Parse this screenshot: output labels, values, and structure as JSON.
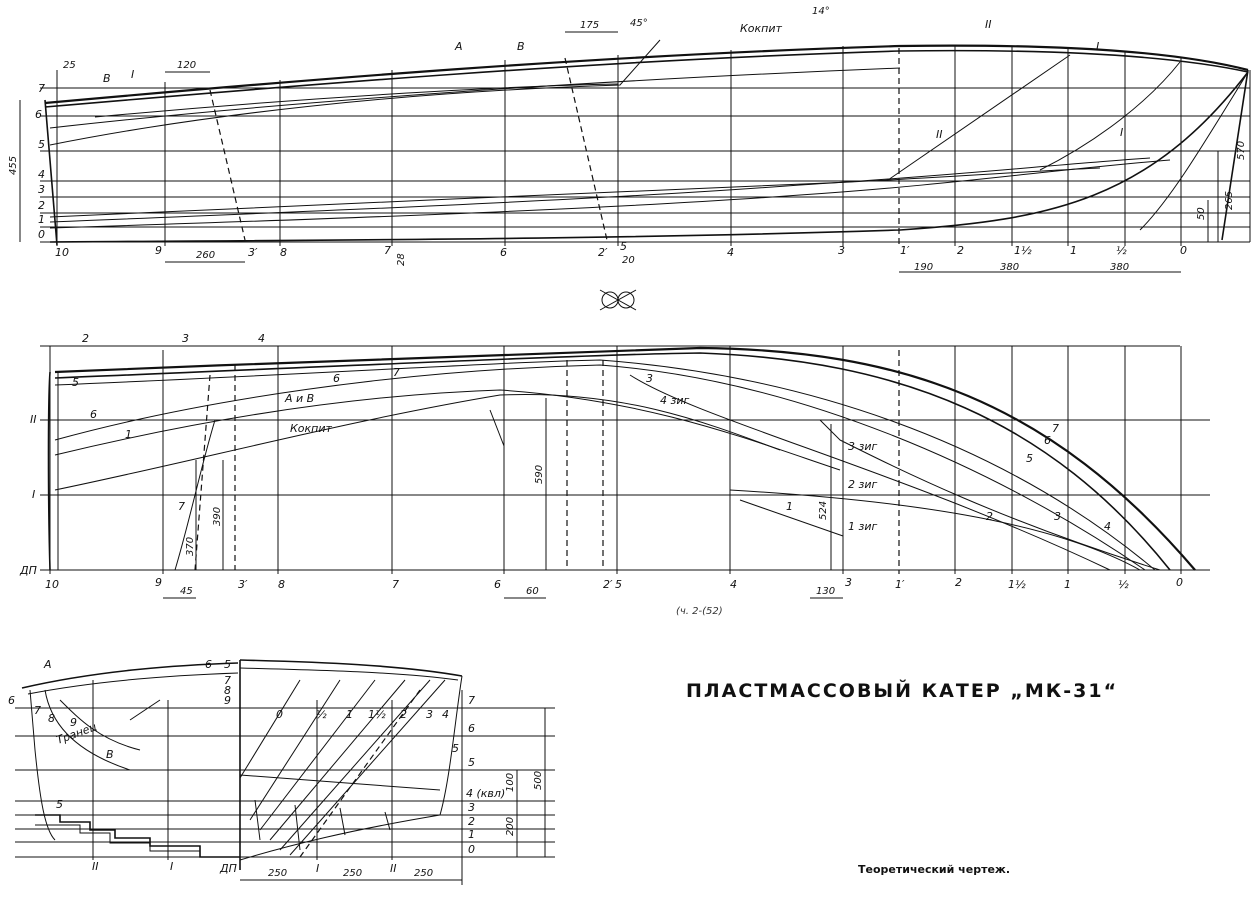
{
  "title": "ПЛАСТМАССОВЫЙ КАТЕР „МК-31“",
  "subtitle": "Теоретический чертеж.",
  "note": "(ч. 2-(52)",
  "profile": {
    "waterlines": [
      "0",
      "1",
      "2",
      "3",
      "4",
      "5",
      "6",
      "7"
    ],
    "stations": [
      "10",
      "9",
      "3′",
      "8",
      "7",
      "6",
      "2′",
      "5",
      "4",
      "3",
      "1′",
      "2",
      "1½",
      "1",
      "½",
      "0"
    ],
    "labels": {
      "a": "А",
      "v": "В",
      "kokpit": "Кокпит",
      "line1": "I",
      "line2": "II",
      "angle": "14°",
      "angle2": "45°"
    },
    "dims": {
      "d25": "25",
      "d120": "120",
      "d175": "175",
      "d455": "455",
      "d260": "260",
      "d28": "28",
      "d20": "20",
      "d190": "190",
      "d380a": "380",
      "d380b": "380",
      "d570": "570",
      "d265": "265",
      "d50": "50"
    }
  },
  "plan": {
    "rows": [
      "ДП",
      "I",
      "II"
    ],
    "stations": [
      "10",
      "9",
      "3′",
      "8",
      "7",
      "6",
      "2′",
      "5",
      "4",
      "3",
      "1′",
      "2",
      "1½",
      "1",
      "½",
      "0"
    ],
    "labels": {
      "av": "А и В",
      "kokpit": "Кокпит",
      "zig4": "4 зиг",
      "zig3": "3 зиг",
      "zig2": "2 зиг",
      "zig1": "1 зиг",
      "n1": "1",
      "n2": "2",
      "n3": "3",
      "n4": "4",
      "n5": "5",
      "n6": "6",
      "n7": "7"
    },
    "dims": {
      "d590": "590",
      "d524": "524",
      "d390": "390",
      "d370": "370",
      "d45": "45",
      "d60": "60",
      "d130": "130"
    }
  },
  "body": {
    "waterlines": [
      "7",
      "6",
      "5",
      "4 (квл)",
      "3",
      "2",
      "1",
      "0"
    ],
    "labels": {
      "a": "А",
      "v": "В",
      "tranec": "Транец",
      "dp": "ДП",
      "l1": "I",
      "l2": "II",
      "s0": "0",
      "shalf": "½",
      "s1": "1",
      "s1h": "1½",
      "s2": "2",
      "s3": "3",
      "s4": "4",
      "s5": "5",
      "s6": "6",
      "s7": "7",
      "s8": "8",
      "s9": "9"
    },
    "dims": {
      "d250a": "250",
      "d250b": "250",
      "d250c": "250",
      "d500": "500",
      "d100": "100",
      "d200": "200"
    }
  }
}
